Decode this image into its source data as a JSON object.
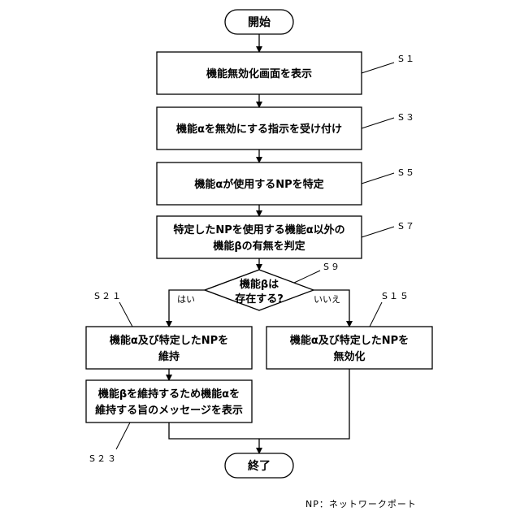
{
  "diagram": {
    "start": "開始",
    "end": "終了",
    "s1": {
      "label": "S１",
      "text": "機能無効化画面を表示"
    },
    "s3": {
      "label": "S３",
      "text": "機能αを無効にする指示を受け付け"
    },
    "s5": {
      "label": "S５",
      "text": "機能αが使用するNPを特定"
    },
    "s7": {
      "label": "S７",
      "line1": "特定したNPを使用する機能α以外の",
      "line2": "機能βの有無を判定"
    },
    "s9": {
      "label": "S９",
      "line1": "機能βは",
      "line2": "存在する?"
    },
    "branch_yes": "はい",
    "branch_no": "いいえ",
    "s21": {
      "label": "S２１",
      "line1": "機能α及び特定したNPを",
      "line2": "維持"
    },
    "s15": {
      "label": "S１５",
      "line1": "機能α及び特定したNPを",
      "line2": "無効化"
    },
    "s23": {
      "label": "S２３",
      "line1": "機能βを維持するため機能αを",
      "line2": "維持する旨のメッセージを表示"
    },
    "note": "NP：ネットワークポート"
  }
}
